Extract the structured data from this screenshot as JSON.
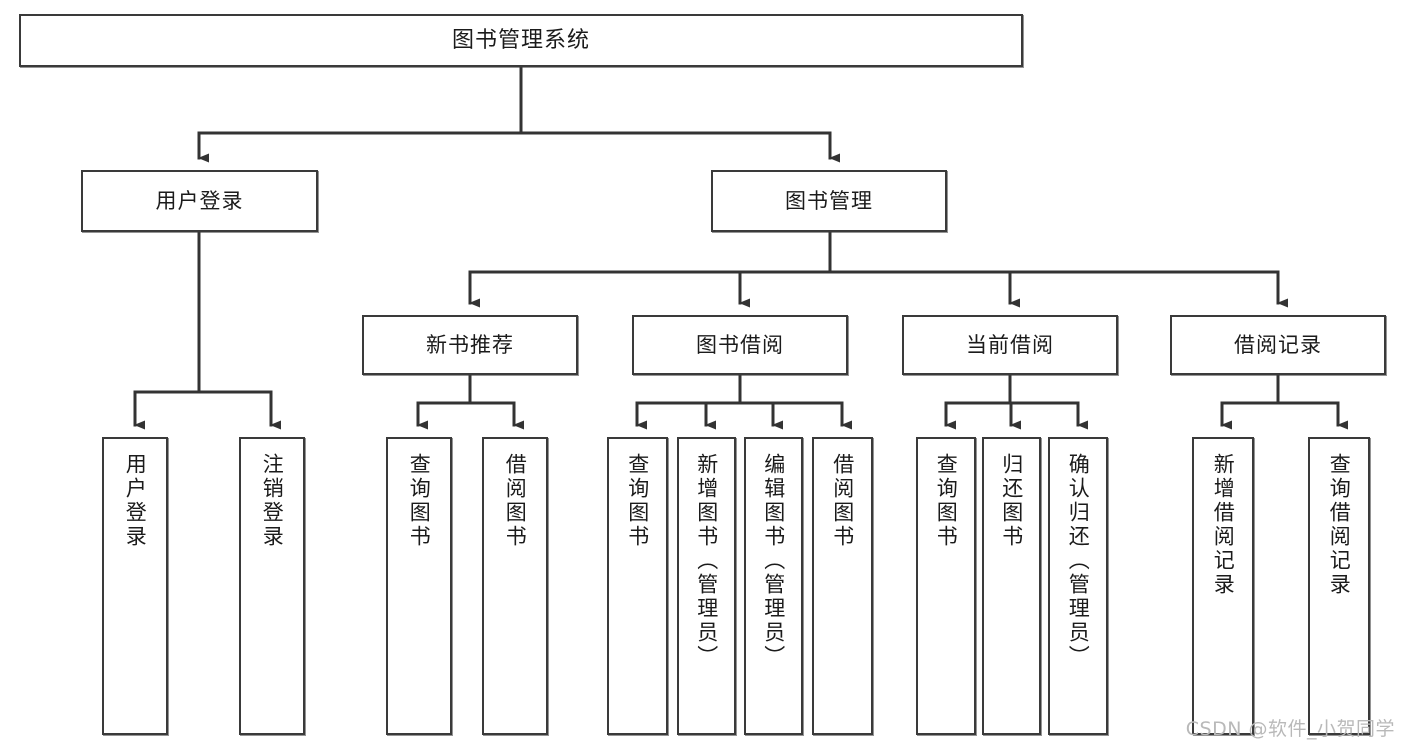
{
  "diagram": {
    "title": "图书管理系统",
    "type": "tree-hierarchy",
    "root": {
      "label": "图书管理系统"
    },
    "level2": [
      {
        "id": "user-login",
        "label": "用户登录"
      },
      {
        "id": "book-manage",
        "label": "图书管理"
      }
    ],
    "level3": [
      {
        "id": "new-book-recommend",
        "label": "新书推荐",
        "parent": "book-manage"
      },
      {
        "id": "book-borrow",
        "label": "图书借阅",
        "parent": "book-manage"
      },
      {
        "id": "current-borrow",
        "label": "当前借阅",
        "parent": "book-manage"
      },
      {
        "id": "borrow-record",
        "label": "借阅记录",
        "parent": "book-manage"
      }
    ],
    "leaves": {
      "user_login": [
        {
          "id": "leaf-user-login",
          "label": "用户登录"
        },
        {
          "id": "leaf-user-logout",
          "label": "注销登录"
        }
      ],
      "new_book_recommend": [
        {
          "id": "leaf-nbr-query",
          "label": "查询图书"
        },
        {
          "id": "leaf-nbr-borrow",
          "label": "借阅图书"
        }
      ],
      "book_borrow": [
        {
          "id": "leaf-bb-query",
          "label": "查询图书"
        },
        {
          "id": "leaf-bb-add",
          "label": "新增图书（管理员）"
        },
        {
          "id": "leaf-bb-edit",
          "label": "编辑图书（管理员）"
        },
        {
          "id": "leaf-bb-borrow",
          "label": "借阅图书"
        }
      ],
      "current_borrow": [
        {
          "id": "leaf-cb-query",
          "label": "查询图书"
        },
        {
          "id": "leaf-cb-return",
          "label": "归还图书"
        },
        {
          "id": "leaf-cb-confirm",
          "label": "确认归还（管理员）"
        }
      ],
      "borrow_record": [
        {
          "id": "leaf-br-add",
          "label": "新增借阅记录"
        },
        {
          "id": "leaf-br-query",
          "label": "查询借阅记录"
        }
      ]
    }
  },
  "watermark": {
    "text": "CSDN @软件_小贺同学"
  },
  "colors": {
    "box_border": "#3a3a3a",
    "box_fill": "#ffffff",
    "connector": "#333333",
    "text": "#1b1b1b",
    "watermark": "#b9b9b9",
    "background": "#ffffff"
  }
}
